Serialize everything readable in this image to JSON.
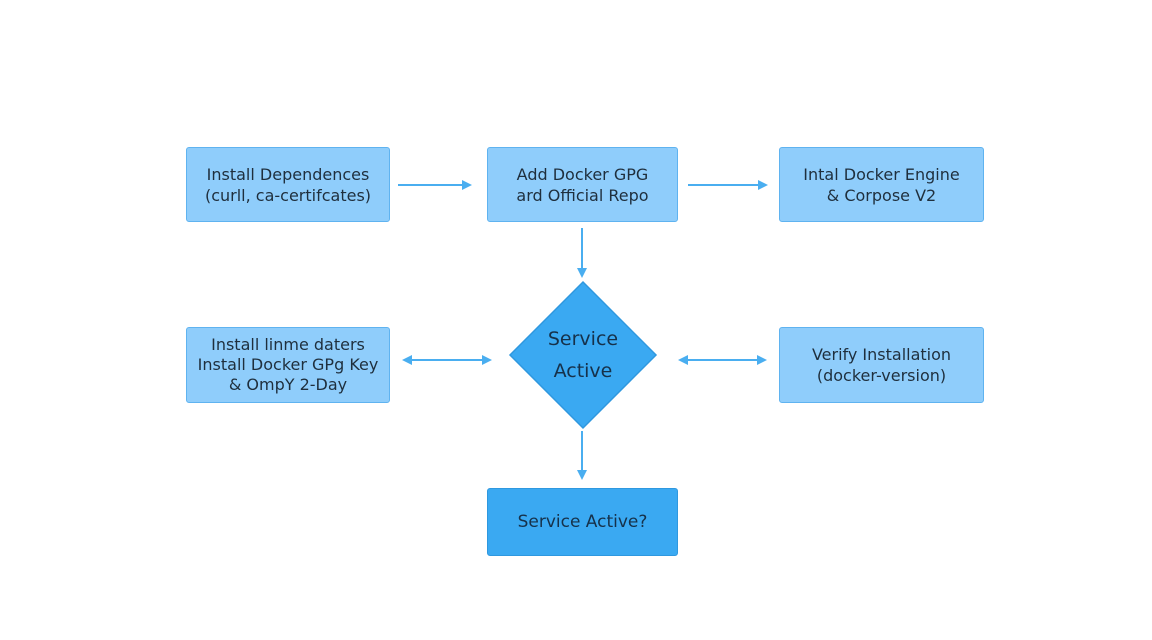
{
  "colors": {
    "node_fill": "#8fcdfb",
    "node_border": "#5fb3f0",
    "accent_fill": "#3aa9f2",
    "arrow": "#4aaef0"
  },
  "nodes": {
    "install_dependencies": "Install Dependences\n(curll, ca-certifcates)",
    "add_docker_gpg": "Add Docker GPG\nard Official Repo",
    "install_engine": "Intal Docker Engine\n& Corpose V2",
    "install_updates": "Install linme daters\nInstall Docker GPg Key\n& OmpY 2-Day",
    "service_active_diamond": "Service\nActive",
    "verify_installation": "Verify Installation\n(docker-version)",
    "service_active_question": "Service Active?"
  }
}
